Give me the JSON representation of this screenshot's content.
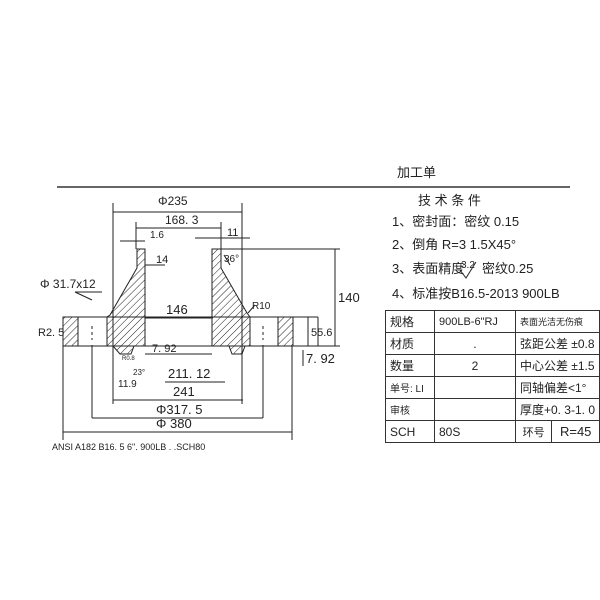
{
  "title": "加工单",
  "tech_conditions": {
    "heading": "技 术 条 件",
    "items": [
      "1、密封面：密纹 0.15",
      "2、倒角 R=3    1.5X45°",
      "3、表面精度",
      "4、标准按B16.5-2013  900LB"
    ],
    "roughness_value": "3.2",
    "item3_suffix": "密纹0.25"
  },
  "dimensions": {
    "d235": "Φ235",
    "d168": "168. 3",
    "d1_6": "1.6",
    "d11": "11",
    "d14": "14",
    "a36": "36°",
    "holes": "Φ 31.7x12",
    "r2_5": "R2. 5",
    "d146": "146",
    "r10": "R10",
    "d140": "140",
    "d55_6": "55.6",
    "d7_92a": "7. 92",
    "d7_92b": "7. 92",
    "r0_8": "R0.8",
    "a23": "23°",
    "d11_9": "11.9",
    "d211": "211. 12",
    "d241": "241",
    "d317": "Φ317. 5",
    "d380": "Φ 380"
  },
  "caption": "ANSI  A182  B16. 5  6\". 900LB .      .SCH80",
  "spec_table": {
    "rows": [
      [
        "规格",
        "900LB-6\"RJ",
        "表面光洁无伤痕"
      ],
      [
        "材质",
        ".",
        "弦距公差 ±0.8"
      ],
      [
        "数量",
        "2",
        "中心公差 ±1.5"
      ],
      [
        "单号: LI",
        "",
        "同轴偏差<1°"
      ],
      [
        "审核",
        "",
        "厚度+0. 3-1. 0"
      ],
      [
        "SCH",
        "80S",
        "环号",
        "R=45"
      ]
    ]
  }
}
